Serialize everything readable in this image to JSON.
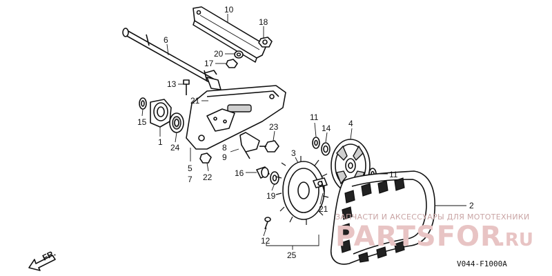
{
  "callouts": [
    {
      "id": "c10",
      "text": "10"
    },
    {
      "id": "c18",
      "text": "18"
    },
    {
      "id": "c6",
      "text": "6"
    },
    {
      "id": "c20",
      "text": "20"
    },
    {
      "id": "c17",
      "text": "17"
    },
    {
      "id": "c13",
      "text": "13"
    },
    {
      "id": "c21a",
      "text": "21"
    },
    {
      "id": "c15",
      "text": "15"
    },
    {
      "id": "c1",
      "text": "1"
    },
    {
      "id": "c24",
      "text": "24"
    },
    {
      "id": "c5",
      "text": "5"
    },
    {
      "id": "c7",
      "text": "7"
    },
    {
      "id": "c23",
      "text": "23"
    },
    {
      "id": "c8",
      "text": "8"
    },
    {
      "id": "c9",
      "text": "9"
    },
    {
      "id": "c22",
      "text": "22"
    },
    {
      "id": "c11a",
      "text": "11"
    },
    {
      "id": "c14",
      "text": "14"
    },
    {
      "id": "c4",
      "text": "4"
    },
    {
      "id": "c3",
      "text": "3"
    },
    {
      "id": "c16",
      "text": "16"
    },
    {
      "id": "c19",
      "text": "19"
    },
    {
      "id": "c11b",
      "text": "11"
    },
    {
      "id": "c21b",
      "text": "21"
    },
    {
      "id": "c2",
      "text": "2"
    },
    {
      "id": "c12",
      "text": "12"
    },
    {
      "id": "c25",
      "text": "25"
    }
  ],
  "watermark": {
    "tagline": "ЗАПЧАСТИ И АКСЕССУАРЫ ДЛЯ МОТОТЕХНИКИ",
    "brand": "PARTSFOR",
    "domain": ".RU"
  },
  "direction_label": "FR.",
  "diagram_code": "V044-F1000A"
}
